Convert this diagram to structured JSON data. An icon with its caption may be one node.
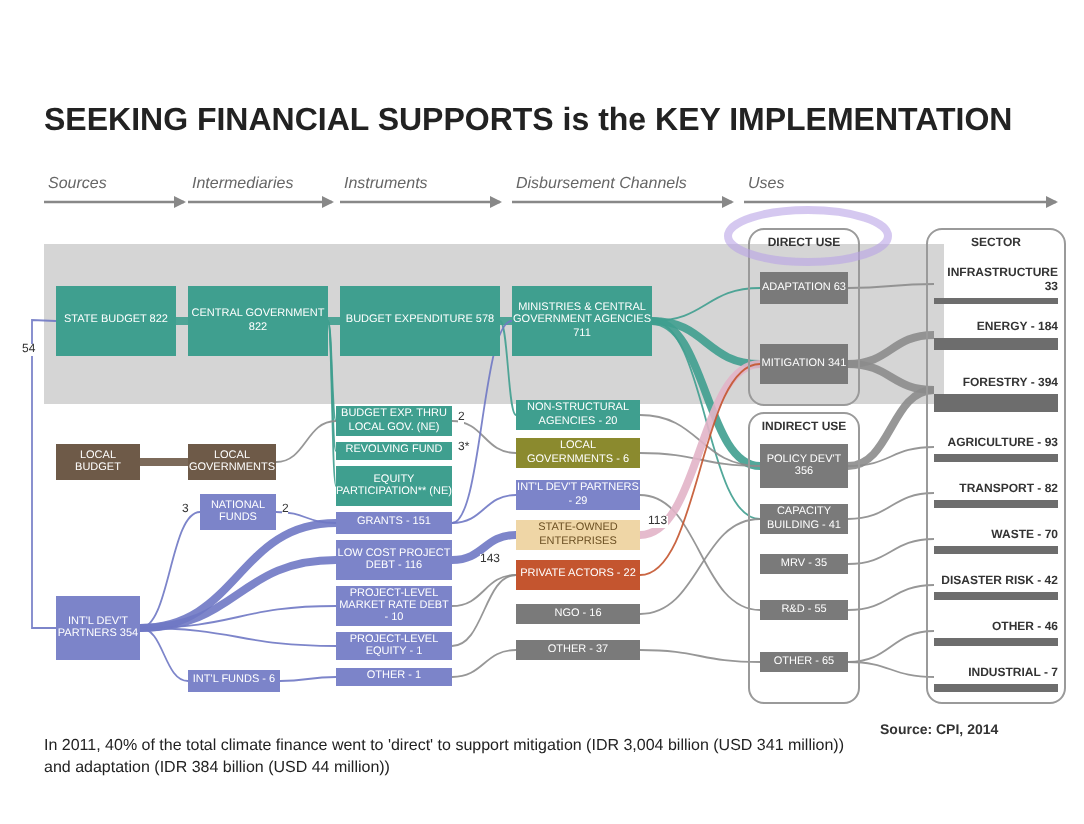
{
  "diagram": {
    "title": "SEEKING FINANCIAL SUPPORTS is the KEY IMPLEMENTATION",
    "caption": "In 2011, 40% of the total climate finance went to 'direct' to support mitigation (IDR 3,004 billion (USD 341 million)) and adaptation (IDR 384 billion (USD 44 million))",
    "nodes": [
      {
        "text": [
          "STATE BUDGET 822"
        ]
      },
      {
        "text": [
          "CENTRAL GOVERNMENT 822"
        ]
      },
      {
        "text": [
          "LOCAL BUDGET"
        ]
      },
      {
        "text": [
          "LOCAL GOVERNMENTS"
        ]
      },
      {
        "text": [
          "NATIONAL FUNDS"
        ]
      },
      {
        "text": [
          "INT'L DEV'T PARTNERS 354"
        ]
      },
      {
        "text": [
          "INT'L FUNDS - 6"
        ]
      },
      {
        "text": [
          "BUDGET EXPENDITURE 578"
        ]
      },
      {
        "text": [
          "BUDGET EXP. THRU LOCAL GOV. (NE)"
        ]
      },
      {
        "text": [
          "REVOLVING FUND"
        ]
      },
      {
        "text": [
          "EQUITY PARTICIPATION** (NE)"
        ]
      },
      {
        "text": [
          "GRANTS - 151"
        ]
      },
      {
        "text": [
          "LOW COST PROJECT DEBT - 116"
        ]
      },
      {
        "text": [
          "PROJECT-LEVEL MARKET RATE DEBT - 10"
        ]
      },
      {
        "text": [
          "PROJECT-LEVEL EQUITY - 1"
        ]
      },
      {
        "text": [
          "OTHER - 1"
        ]
      },
      {
        "text": [
          "MINISTRIES & CENTRAL GOVERNMENT AGENCIES 711"
        ]
      },
      {
        "text": [
          "NON-STRUCTURAL AGENCIES - 20"
        ]
      },
      {
        "text": [
          "LOCAL GOVERNMENTS - 6"
        ]
      },
      {
        "text": [
          "INT'L DEV'T PARTNERS - 29"
        ]
      },
      {
        "text": [
          "STATE-OWNED ENTERPRISES"
        ]
      },
      {
        "text": [
          "PRIVATE ACTORS - 22"
        ]
      },
      {
        "text": [
          "NGO - 16"
        ]
      },
      {
        "text": [
          "OTHER - 37"
        ]
      },
      {
        "text": [
          "DIRECT USE"
        ]
      },
      {
        "text": [
          "ADAPTATION 63"
        ],
        "in": 24
      },
      {
        "text": [
          "MITIGATION 341"
        ],
        "in": 24
      },
      {
        "text": [
          "INDIRECT USE"
        ]
      },
      {
        "text": [
          "POLICY DEV'T 356"
        ],
        "in": 27
      },
      {
        "text": [
          "CAPACITY BUILDING - 41"
        ],
        "in": 27
      },
      {
        "text": [
          "MRV - 35"
        ],
        "in": 27
      },
      {
        "text": [
          "R&D - 55"
        ],
        "in": 27
      },
      {
        "text": [
          "OTHER - 65"
        ],
        "in": 27
      },
      {
        "text": [
          "SECTOR"
        ]
      },
      {
        "text": [
          "INFRASTRUCTURE 33"
        ],
        "in": 33
      },
      {
        "text": [
          "ENERGY - 184"
        ],
        "in": 33
      },
      {
        "text": [
          "FORESTRY - 394"
        ],
        "in": 33
      },
      {
        "text": [
          "AGRICULTURE - 93"
        ],
        "in": 33
      },
      {
        "text": [
          "TRANSPORT - 82"
        ],
        "in": 33
      },
      {
        "text": [
          "WASTE - 70"
        ],
        "in": 33
      },
      {
        "text": [
          "DISASTER RISK - 42"
        ],
        "in": 33
      },
      {
        "text": [
          "OTHER - 46"
        ],
        "in": 33
      },
      {
        "text": [
          "INDUSTRIAL - 7"
        ],
        "in": 33
      }
    ],
    "edges": [
      {
        "from": 0,
        "to": 1,
        "arrow": "none",
        "style": "thick",
        "color": "#3f9f8f"
      },
      {
        "from": 1,
        "to": 7,
        "arrow": "none",
        "style": "thick",
        "color": "#3f9f8f"
      },
      {
        "from": 7,
        "to": 16,
        "arrow": "none",
        "style": "thick",
        "color": "#3f9f8f"
      },
      {
        "from": 5,
        "to": 0,
        "arrow": "none",
        "label": "54",
        "color": "#6f78c4"
      },
      {
        "from": 2,
        "to": 3,
        "arrow": "none",
        "style": "thick",
        "color": "#6e5a48"
      },
      {
        "from": 5,
        "to": 4,
        "arrow": "none",
        "color": "#6f78c4"
      },
      {
        "from": 5,
        "to": 6,
        "arrow": "none",
        "color": "#6f78c4"
      },
      {
        "from": 5,
        "to": 11,
        "arrow": "none",
        "style": "thick",
        "color": "#6f78c4"
      },
      {
        "from": 5,
        "to": 12,
        "arrow": "none",
        "style": "thick",
        "color": "#6f78c4"
      },
      {
        "from": 5,
        "to": 13,
        "arrow": "none",
        "color": "#6f78c4"
      },
      {
        "from": 5,
        "to": 14,
        "arrow": "none",
        "color": "#6f78c4"
      },
      {
        "from": 1,
        "to": 8,
        "arrow": "none",
        "color": "#3f9f8f"
      },
      {
        "from": 1,
        "to": 9,
        "arrow": "none",
        "color": "#3f9f8f"
      },
      {
        "from": 1,
        "to": 10,
        "arrow": "none",
        "color": "#3f9f8f"
      },
      {
        "from": 3,
        "to": 8,
        "arrow": "none"
      },
      {
        "from": 4,
        "to": 11,
        "arrow": "none",
        "color": "#6f78c4"
      },
      {
        "from": 6,
        "to": 15,
        "arrow": "none",
        "color": "#6f78c4"
      },
      {
        "from": 7,
        "to": 17,
        "arrow": "none",
        "color": "#3f9f8f"
      },
      {
        "from": 8,
        "to": 18,
        "arrow": "none"
      },
      {
        "from": 11,
        "to": 16,
        "arrow": "none",
        "color": "#6f78c4"
      },
      {
        "from": 11,
        "to": 19,
        "arrow": "none",
        "color": "#6f78c4"
      },
      {
        "from": 12,
        "to": 20,
        "arrow": "none",
        "style": "thick",
        "color": "#6f78c4"
      },
      {
        "from": 13,
        "to": 21,
        "arrow": "none"
      },
      {
        "from": 14,
        "to": 21,
        "arrow": "none"
      },
      {
        "from": 15,
        "to": 23,
        "arrow": "none"
      },
      {
        "from": 16,
        "to": 25,
        "arrow": "none",
        "color": "#3f9f8f"
      },
      {
        "from": 16,
        "to": 26,
        "arrow": "none",
        "style": "thick",
        "color": "#3f9f8f"
      },
      {
        "from": 16,
        "to": 28,
        "arrow": "none",
        "style": "thick",
        "color": "#3f9f8f"
      },
      {
        "from": 16,
        "to": 29,
        "arrow": "none",
        "color": "#3f9f8f"
      },
      {
        "from": 17,
        "to": 28,
        "arrow": "none"
      },
      {
        "from": 18,
        "to": 28,
        "arrow": "none"
      },
      {
        "from": 19,
        "to": 31,
        "arrow": "none"
      },
      {
        "from": 20,
        "to": 26,
        "arrow": "none",
        "style": "thick",
        "color": "#e2b4c8"
      },
      {
        "from": 21,
        "to": 26,
        "arrow": "none",
        "color": "#c4552f"
      },
      {
        "from": 22,
        "to": 29,
        "arrow": "none"
      },
      {
        "from": 23,
        "to": 32,
        "arrow": "none"
      },
      {
        "from": 25,
        "to": 34,
        "arrow": "none"
      },
      {
        "from": 26,
        "to": 35,
        "arrow": "none",
        "style": "thick"
      },
      {
        "from": 26,
        "to": 36,
        "arrow": "none",
        "style": "thick"
      },
      {
        "from": 28,
        "to": 36,
        "arrow": "none",
        "style": "thick"
      },
      {
        "from": 28,
        "to": 37,
        "arrow": "none"
      },
      {
        "from": 29,
        "to": 38,
        "arrow": "none"
      },
      {
        "from": 30,
        "to": 39,
        "arrow": "none"
      },
      {
        "from": 31,
        "to": 40,
        "arrow": "none"
      },
      {
        "from": 32,
        "to": 41,
        "arrow": "none"
      },
      {
        "from": 32,
        "to": 42,
        "arrow": "none"
      }
    ],
    "labels": [
      "Sources",
      "Intermediaries",
      "Instruments",
      "Disbursement Channels",
      "Uses",
      "2",
      "3*",
      "3",
      "2",
      "143",
      "113",
      "Source: CPI, 2014"
    ]
  }
}
